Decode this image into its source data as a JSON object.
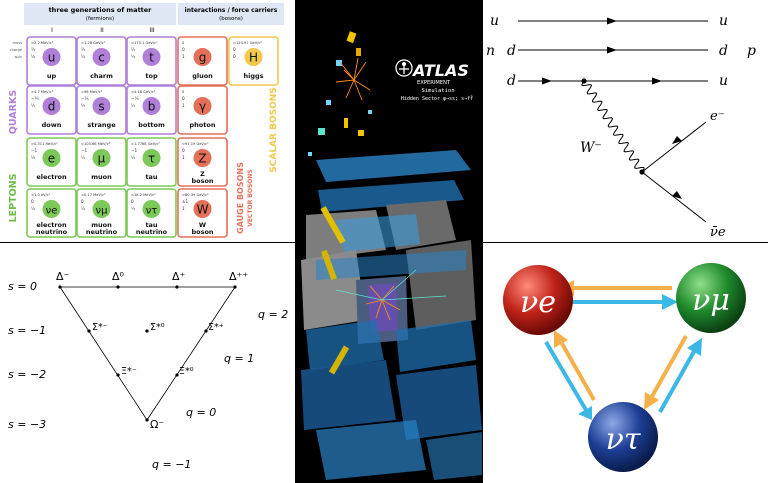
{
  "standard_model": {
    "header_matter": "three generations of matter",
    "header_matter_sub": "(fermions)",
    "header_force": "interactions / force carriers",
    "header_force_sub": "(bosons)",
    "gen_labels": [
      "I",
      "II",
      "III"
    ],
    "row_labels": [
      "mass",
      "charge",
      "spin"
    ],
    "category_quarks": "QUARKS",
    "category_leptons": "LEPTONS",
    "category_gauge": "GAUGE BOSONS",
    "category_vector": "VECTOR BOSONS",
    "category_scalar": "SCALAR BOSONS",
    "particles": [
      {
        "symbol": "u",
        "name": "up",
        "mass": "≈2.2 MeV/c²",
        "charge": "⅔",
        "spin": "½",
        "color": "#b07fd8"
      },
      {
        "symbol": "c",
        "name": "charm",
        "mass": "≈1.28 GeV/c²",
        "charge": "⅔",
        "spin": "½",
        "color": "#b07fd8"
      },
      {
        "symbol": "t",
        "name": "top",
        "mass": "≈173.1 GeV/c²",
        "charge": "⅔",
        "spin": "½",
        "color": "#b07fd8"
      },
      {
        "symbol": "g",
        "name": "gluon",
        "mass": "0",
        "charge": "0",
        "spin": "1",
        "color": "#e5705a"
      },
      {
        "symbol": "H",
        "name": "higgs",
        "mass": "≈124.97 GeV/c²",
        "charge": "0",
        "spin": "0",
        "color": "#f2c94c"
      },
      {
        "symbol": "d",
        "name": "down",
        "mass": "≈4.7 MeV/c²",
        "charge": "−⅓",
        "spin": "½",
        "color": "#b07fd8"
      },
      {
        "symbol": "s",
        "name": "strange",
        "mass": "≈96 MeV/c²",
        "charge": "−⅓",
        "spin": "½",
        "color": "#b07fd8"
      },
      {
        "symbol": "b",
        "name": "bottom",
        "mass": "≈4.18 GeV/c²",
        "charge": "−⅓",
        "spin": "½",
        "color": "#b07fd8"
      },
      {
        "symbol": "γ",
        "name": "photon",
        "mass": "0",
        "charge": "0",
        "spin": "1",
        "color": "#e5705a"
      },
      {
        "symbol": "e",
        "name": "electron",
        "mass": "≈0.511 MeV/c²",
        "charge": "−1",
        "spin": "½",
        "color": "#7cc95a"
      },
      {
        "symbol": "μ",
        "name": "muon",
        "mass": "≈105.66 MeV/c²",
        "charge": "−1",
        "spin": "½",
        "color": "#7cc95a"
      },
      {
        "symbol": "τ",
        "name": "tau",
        "mass": "≈1.7768 GeV/c²",
        "charge": "−1",
        "spin": "½",
        "color": "#7cc95a"
      },
      {
        "symbol": "Z",
        "name": "Z boson",
        "mass": "≈91.19 GeV/c²",
        "charge": "0",
        "spin": "1",
        "color": "#e5705a"
      },
      {
        "symbol": "νe",
        "name": "electron neutrino",
        "mass": "<1.0 eV/c²",
        "charge": "0",
        "spin": "½",
        "color": "#7cc95a"
      },
      {
        "symbol": "νμ",
        "name": "muon neutrino",
        "mass": "<0.17 MeV/c²",
        "charge": "0",
        "spin": "½",
        "color": "#7cc95a"
      },
      {
        "symbol": "ντ",
        "name": "tau neutrino",
        "mass": "<18.2 MeV/c²",
        "charge": "0",
        "spin": "½",
        "color": "#7cc95a"
      },
      {
        "symbol": "W",
        "name": "W boson",
        "mass": "≈80.39 GeV/c²",
        "charge": "±1",
        "spin": "1",
        "color": "#e5705a"
      }
    ]
  },
  "atlas": {
    "logo": "ATLAS",
    "subtitle": "EXPERIMENT",
    "caption1": "Simulation",
    "caption2": "Hidden Sector φ→ss; s→ff̄"
  },
  "feynman": {
    "quarks_left": [
      "u",
      "d",
      "d"
    ],
    "quarks_right": [
      "u",
      "d",
      "u"
    ],
    "in_particle": "n",
    "out_particle": "p",
    "boson": "W⁻",
    "electron": "e⁻",
    "antineutrino": "ν̄e"
  },
  "decuplet": {
    "s_labels": [
      "s = 0",
      "s = −1",
      "s = −2",
      "s = −3"
    ],
    "q_labels": [
      "q = 2",
      "q = 1",
      "q = 0",
      "q = −1"
    ],
    "particles": [
      "Δ⁻",
      "Δ⁰",
      "Δ⁺",
      "Δ⁺⁺",
      "Σ*⁻",
      "Σ*⁰",
      "Σ*⁺",
      "Ξ*⁻",
      "Ξ*⁰",
      "Ω⁻"
    ]
  },
  "oscillation": {
    "nu_e": "νe",
    "nu_mu": "νμ",
    "nu_tau": "ντ",
    "colors": {
      "nu_e": "#c0231a",
      "nu_mu": "#1f8a2c",
      "nu_tau": "#1d3f95",
      "arrow_orange": "#f5b04a",
      "arrow_blue": "#3bb8e6"
    }
  }
}
